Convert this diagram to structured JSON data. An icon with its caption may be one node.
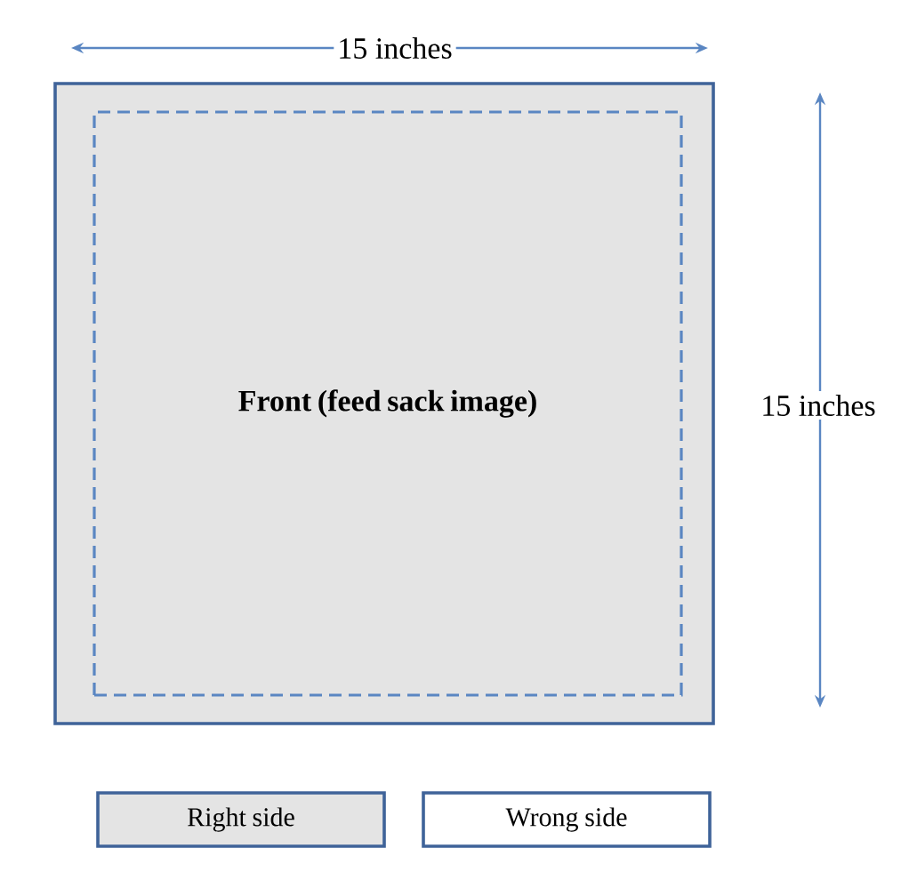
{
  "diagram": {
    "nodes": [
      {
        "text": [],
        "shape": "box"
      },
      {
        "text": [
          "Front (feed sack image)"
        ],
        "in": 0
      },
      {
        "text": [
          "Right side"
        ]
      },
      {
        "text": [
          "Wrong side"
        ]
      }
    ],
    "edges": [],
    "labels": [
      "15 inches",
      "15 inches"
    ]
  }
}
